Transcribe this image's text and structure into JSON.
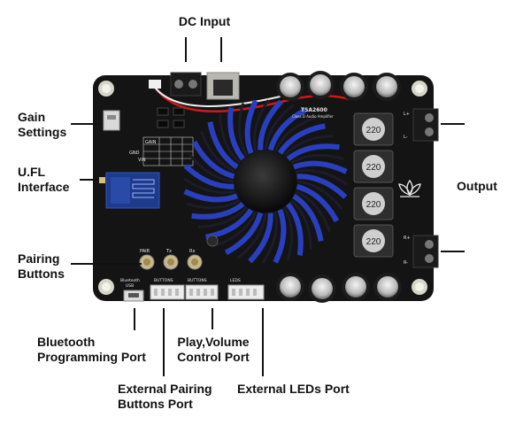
{
  "labels": {
    "dc_input": "DC Input",
    "gain_line1": "Gain",
    "gain_line2": "Settings",
    "ufl_line1": "U.FL",
    "ufl_line2": "Interface",
    "output": "Output",
    "pairing_line1": "Pairing",
    "pairing_line2": "Buttons",
    "bt_line1": "Bluetooth",
    "bt_line2": "Programming Port",
    "play_line1": "Play,Volume",
    "play_line2": "Control Port",
    "ext_pair_line1": "External Pairing",
    "ext_pair_line2": "Buttons Port",
    "ext_leds": "External LEDs Port"
  },
  "board": {
    "model": "TSA2600",
    "subtitle": "Class D Audio Amplifier",
    "inductor_value": "220",
    "silk": {
      "pair": "PAIR",
      "tx": "Tx",
      "rx": "Rx",
      "bluetooth_usb_1": "Bluetooth",
      "bluetooth_usb_2": "USB",
      "buttons_1": "BUTTONS",
      "buttons_2": "BUTTONS",
      "leds": "LEDS",
      "gain": "GAIN",
      "gnd": "GND",
      "vin": "VIN",
      "l_plus": "L+",
      "l_minus": "L-",
      "r_plus": "R+",
      "r_minus": "R-"
    }
  },
  "colors": {
    "pcb": "#141414",
    "heatsink": "#2a3fc0",
    "fan": "#202020",
    "accent_wire": "#d01818"
  }
}
